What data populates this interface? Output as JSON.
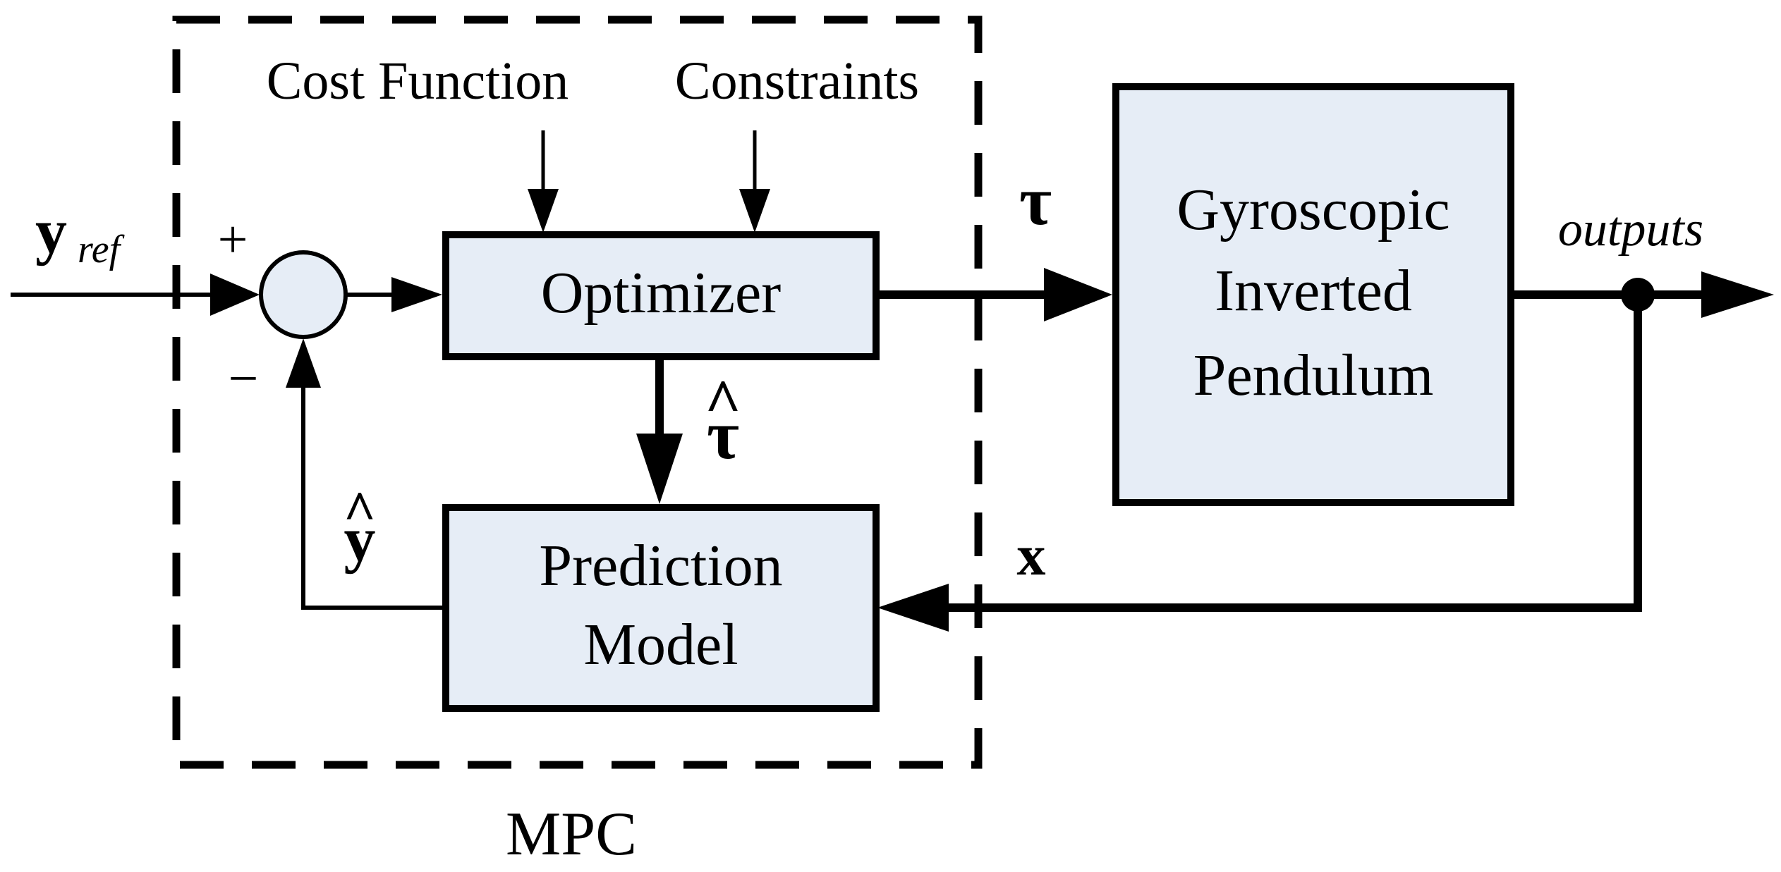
{
  "colors": {
    "stroke": "#000000",
    "block_fill": "#e6edf6",
    "background": "#ffffff"
  },
  "labels": {
    "cost_function": "Cost Function",
    "constraints": "Constraints",
    "plus_sign": "+",
    "minus_sign": "−",
    "y_ref_main": "y",
    "y_ref_sub": "ref",
    "tau": "τ",
    "tau_hat": "τ",
    "hat_mark": "^",
    "y_hat": "y",
    "x_state": "x",
    "outputs": "outputs",
    "mpc": "MPC"
  },
  "blocks": {
    "optimizer": "Optimizer",
    "prediction_line1": "Prediction",
    "prediction_line2": "Model",
    "plant_line1": "Gyroscopic",
    "plant_line2": "Inverted",
    "plant_line3": "Pendulum"
  }
}
